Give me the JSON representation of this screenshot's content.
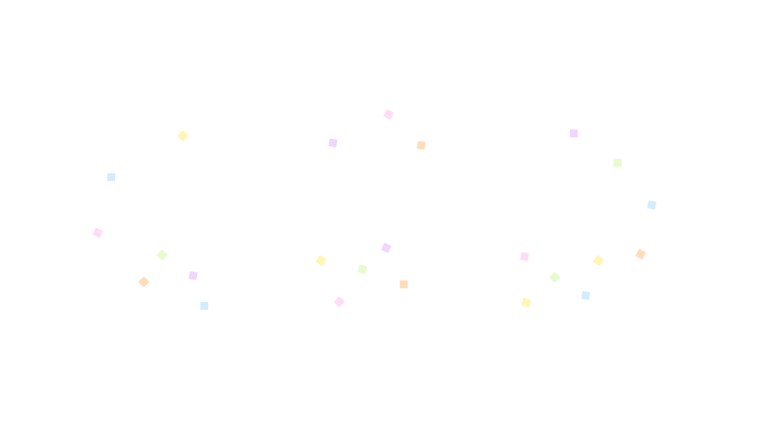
{
  "colors": {
    "yellow": "#fff5a8",
    "blue": "#cfeaff",
    "pink": "#ffd9f3",
    "green": "#e3fbc9",
    "purple": "#edd3ff",
    "orange": "#ffd9b3"
  },
  "confetti": [
    {
      "color": "yellow"
    },
    {
      "color": "blue"
    },
    {
      "color": "pink"
    },
    {
      "color": "green"
    },
    {
      "color": "orange"
    },
    {
      "color": "purple"
    },
    {
      "color": "blue"
    },
    {
      "color": "pink"
    },
    {
      "color": "purple"
    },
    {
      "color": "orange"
    },
    {
      "color": "purple"
    },
    {
      "color": "yellow"
    },
    {
      "color": "green"
    },
    {
      "color": "orange"
    },
    {
      "color": "pink"
    },
    {
      "color": "purple"
    },
    {
      "color": "green"
    },
    {
      "color": "blue"
    },
    {
      "color": "pink"
    },
    {
      "color": "green"
    },
    {
      "color": "yellow"
    },
    {
      "color": "orange"
    },
    {
      "color": "yellow"
    },
    {
      "color": "blue"
    }
  ]
}
